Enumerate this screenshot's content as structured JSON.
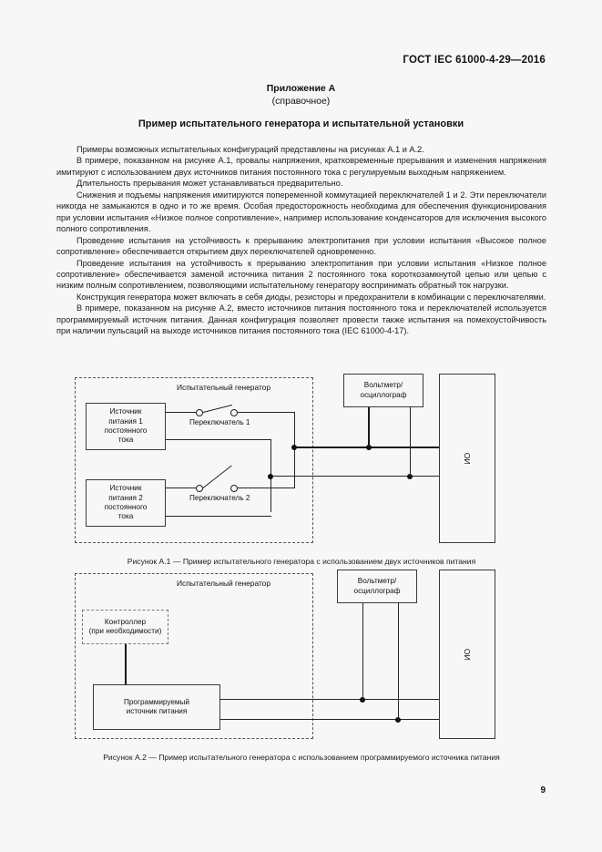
{
  "header": {
    "standard_ref": "ГОСТ IEC 61000-4-29—2016"
  },
  "annex": {
    "title": "Приложение А",
    "subtitle": "(справочное)",
    "section_title": "Пример испытательного генератора и испытательной установки"
  },
  "body": {
    "paragraphs": [
      "Примеры возможных испытательных конфигураций представлены на рисунках А.1 и А.2.",
      "В примере, показанном на рисунке А.1, провалы напряжения, кратковременные прерывания и изменения напряжения имитируют с использованием двух источников питания постоянного тока с регулируемым выходным напряжением.",
      "Длительность прерывания может устанавливаться предварительно.",
      "Снижения и подъемы напряжения имитируются попеременной коммутацией переключателей 1 и 2. Эти переключатели никогда не замыкаются в одно и то же время. Особая предосторожность необходима для обеспечения функционирования при условии испытания «Низкое полное сопротивление», например использование конденсаторов для исключения высокого полного сопротивления.",
      "Проведение испытания на устойчивость к прерыванию электропитания при условии испытания «Высокое полное сопротивление» обеспечивается открытием двух переключателей одновременно.",
      "Проведение испытания на устойчивость к прерыванию электропитания при условии испытания «Низкое полное сопротивление» обеспечивается заменой источника питания 2 постоянного тока короткозамкнутой цепью или цепью с низким полным сопротивлением, позволяющими испытательному генератору воспринимать обратный ток нагрузки.",
      "Конструкция генератора может включать в себя диоды, резисторы и предохранители в комбинации с переключателями.",
      "В примере, показанном на рисунке А.2, вместо источников питания постоянного тока и переключателей используется программируемый источник питания. Данная конфигурация позволяет провести также испытания на помехоустойчивость при наличии пульсаций на выходе источников питания постоянного тока (IEC 61000-4-17)."
    ]
  },
  "figure1": {
    "generator_label": "Испытательный генератор",
    "supply1": "Источник\nпитания 1\nпостоянного\nтока",
    "supply1_lines": [
      "Источник",
      "питания 1",
      "постоянного",
      "тока"
    ],
    "supply2_lines": [
      "Источник",
      "питания 2",
      "постоянного",
      "тока"
    ],
    "switch1_label": "Переключатель 1",
    "switch2_label": "Переключатель 2",
    "voltmeter_lines": [
      "Вольтметр/",
      "осциллограф"
    ],
    "eut_label": "ИО",
    "caption": "Рисунок А.1 — Пример испытательного генератора с использованием двух источников питания"
  },
  "figure2": {
    "generator_label": "Испытательный генератор",
    "controller_lines": [
      "Контроллер",
      "(при необходимости)"
    ],
    "psu_lines": [
      "Программируемый",
      "источник питания"
    ],
    "voltmeter_lines": [
      "Вольтметр/",
      "осциллограф"
    ],
    "eut_label": "ИО",
    "caption": "Рисунок А.2 — Пример испытательного генератора с использованием программируемого источника питания"
  },
  "footer": {
    "page_number": "9"
  }
}
